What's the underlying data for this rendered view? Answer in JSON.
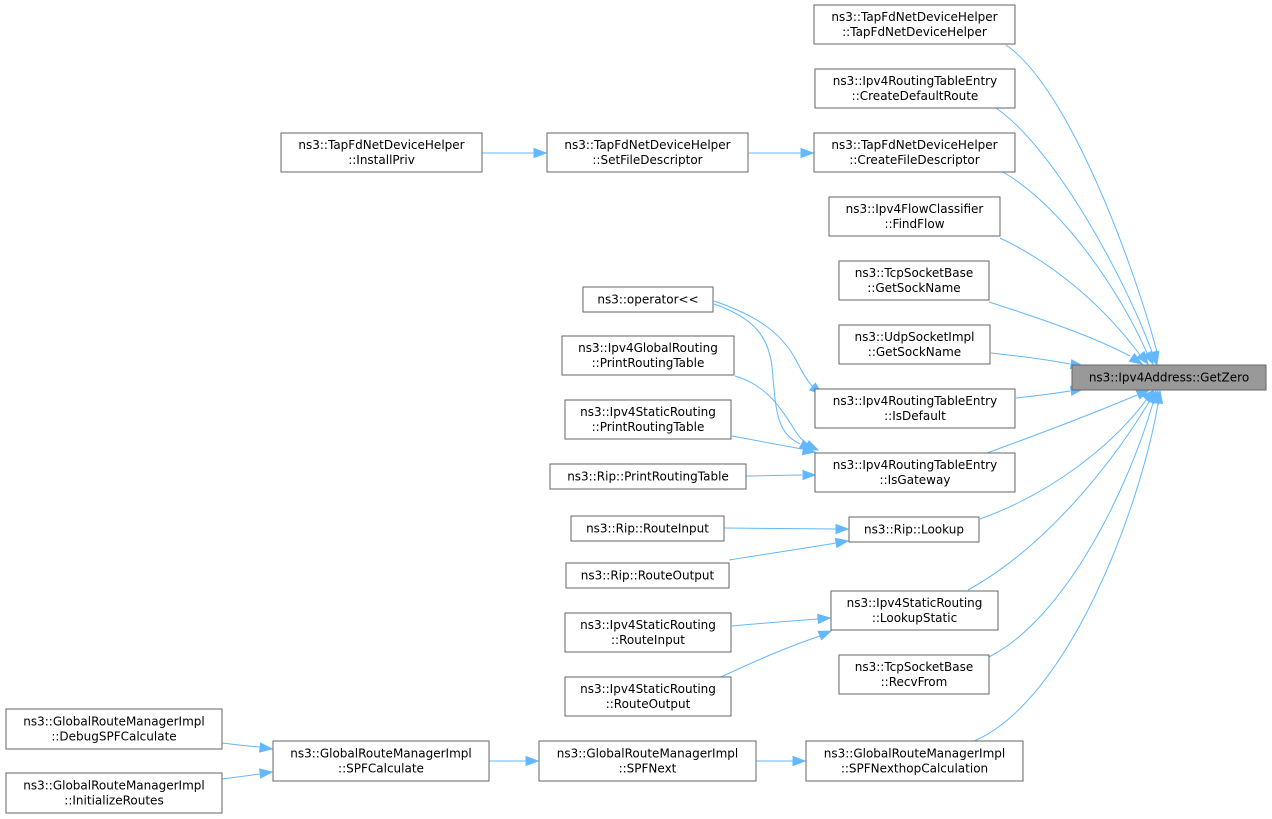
{
  "colors": {
    "edge": "#63b8ff",
    "node_border": "#666666",
    "target_fill": "#999999"
  },
  "target": [
    "ns3::Ipv4Address::GetZero"
  ],
  "nodes": {
    "tapfd_ctor": [
      "ns3::TapFdNetDeviceHelper",
      "::TapFdNetDeviceHelper"
    ],
    "rte_create_default": [
      "ns3::Ipv4RoutingTableEntry",
      "::CreateDefaultRoute"
    ],
    "tapfd_create_fd": [
      "ns3::TapFdNetDeviceHelper",
      "::CreateFileDescriptor"
    ],
    "tapfd_set_fd": [
      "ns3::TapFdNetDeviceHelper",
      "::SetFileDescriptor"
    ],
    "tapfd_install_priv": [
      "ns3::TapFdNetDeviceHelper",
      "::InstallPriv"
    ],
    "flow_find": [
      "ns3::Ipv4FlowClassifier",
      "::FindFlow"
    ],
    "tcp_getsockname": [
      "ns3::TcpSocketBase",
      "::GetSockName"
    ],
    "udp_getsockname": [
      "ns3::UdpSocketImpl",
      "::GetSockName"
    ],
    "op_stream": [
      "ns3::operator<<"
    ],
    "global_print": [
      "ns3::Ipv4GlobalRouting",
      "::PrintRoutingTable"
    ],
    "static_print": [
      "ns3::Ipv4StaticRouting",
      "::PrintRoutingTable"
    ],
    "rip_print": [
      "ns3::Rip::PrintRoutingTable"
    ],
    "rte_isdefault": [
      "ns3::Ipv4RoutingTableEntry",
      "::IsDefault"
    ],
    "rte_isgateway": [
      "ns3::Ipv4RoutingTableEntry",
      "::IsGateway"
    ],
    "rip_routeinput": [
      "ns3::Rip::RouteInput"
    ],
    "rip_routeoutput": [
      "ns3::Rip::RouteOutput"
    ],
    "rip_lookup": [
      "ns3::Rip::Lookup"
    ],
    "static_routeinput": [
      "ns3::Ipv4StaticRouting",
      "::RouteInput"
    ],
    "static_routeoutput": [
      "ns3::Ipv4StaticRouting",
      "::RouteOutput"
    ],
    "static_lookup": [
      "ns3::Ipv4StaticRouting",
      "::LookupStatic"
    ],
    "tcp_recvfrom": [
      "ns3::TcpSocketBase",
      "::RecvFrom"
    ],
    "grm_debugspf": [
      "ns3::GlobalRouteManagerImpl",
      "::DebugSPFCalculate"
    ],
    "grm_initroutes": [
      "ns3::GlobalRouteManagerImpl",
      "::InitializeRoutes"
    ],
    "grm_spfcalc": [
      "ns3::GlobalRouteManagerImpl",
      "::SPFCalculate"
    ],
    "grm_spfnext": [
      "ns3::GlobalRouteManagerImpl",
      "::SPFNext"
    ],
    "grm_spfnexthop": [
      "ns3::GlobalRouteManagerImpl",
      "::SPFNexthopCalculation"
    ]
  }
}
